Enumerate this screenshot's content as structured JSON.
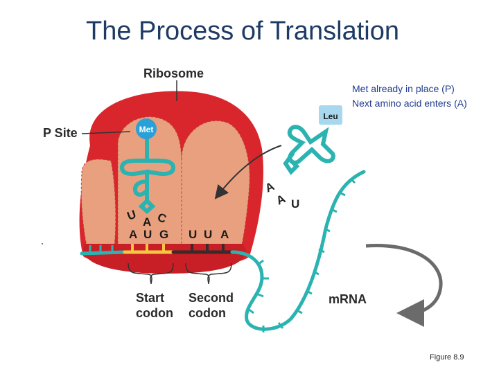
{
  "title": "The Process of Translation",
  "notes": {
    "line1": "Met already in place (P)",
    "line2": "Next amino acid enters (A)"
  },
  "figure_caption": "Figure 8.9",
  "diagram": {
    "ribosome_label": "Ribosome",
    "p_site_label": "P Site",
    "met_label": "Met",
    "leu_label": "Leu",
    "anticodon_met": [
      "U",
      "A",
      "C"
    ],
    "anticodon_leu": [
      "A",
      "A",
      "U"
    ],
    "start_codon_bases": [
      "A",
      "U",
      "G"
    ],
    "second_codon_bases": [
      "U",
      "U",
      "A"
    ],
    "start_codon_label_1": "Start",
    "start_codon_label_2": "codon",
    "second_codon_label_1": "Second",
    "second_codon_label_2": "codon",
    "mrna_label": "mRNA"
  },
  "colors": {
    "ribosome_outer": "#d8262c",
    "ribosome_inner": "#e9a07e",
    "trna": "#2bb3b1",
    "met_ball": "#2aa0d8",
    "leu_box": "#a8d8ee",
    "start_codon": "#f5c842",
    "second_codon": "#3a2a2a",
    "arrow": "#6b6b6b"
  }
}
